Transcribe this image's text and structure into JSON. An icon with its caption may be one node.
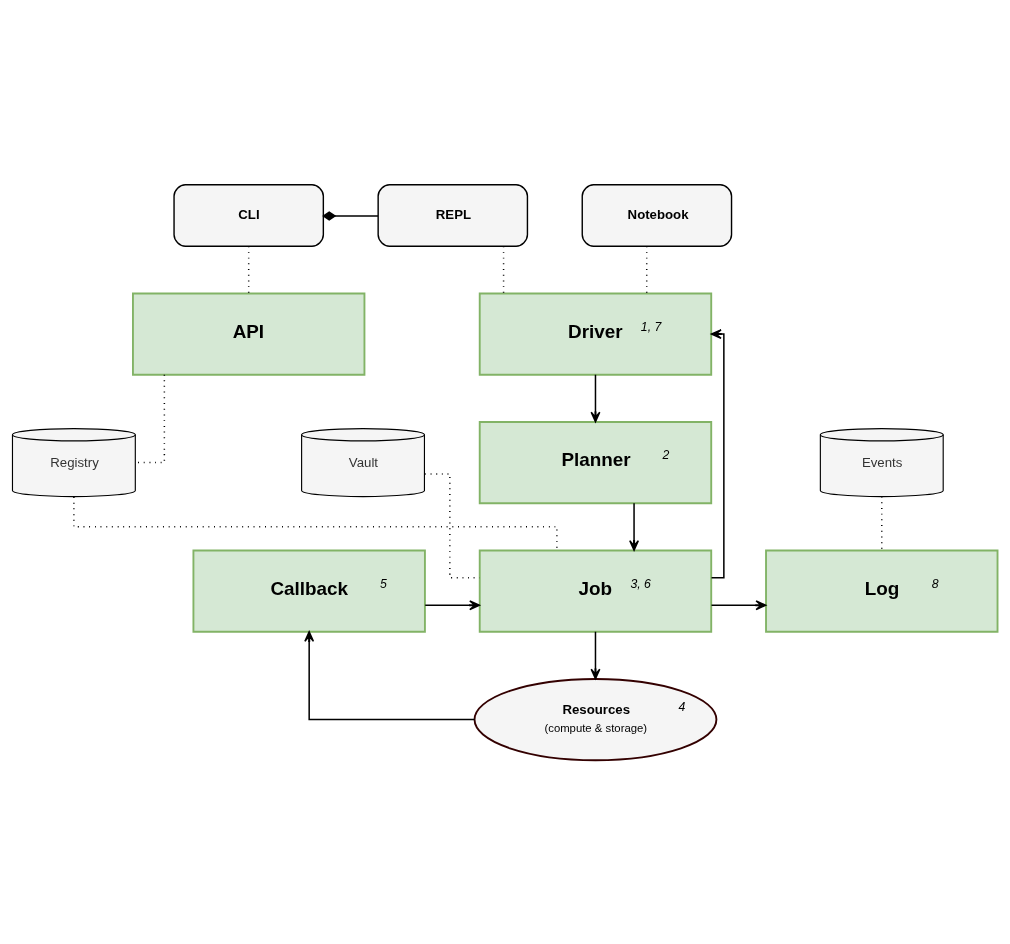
{
  "diagram": {
    "nodes": [
      {
        "text": [
          "CLI"
        ]
      },
      {
        "text": [
          "REPL"
        ]
      },
      {
        "text": [
          "Notebook"
        ]
      },
      {
        "text": [
          "API"
        ]
      },
      {
        "text": [
          "Driver",
          "1, 7"
        ]
      },
      {
        "text": [
          "Registry"
        ]
      },
      {
        "text": [
          "Planner",
          "2"
        ]
      },
      {
        "text": [
          "Vault"
        ]
      },
      {
        "text": [
          "Events"
        ]
      },
      {
        "text": [
          "Callback",
          "5"
        ]
      },
      {
        "text": [
          "Job",
          "3, 6"
        ]
      },
      {
        "text": [
          "Log",
          "8"
        ]
      },
      {
        "text": [
          "Resources",
          "(compute & storage)",
          "4"
        ]
      }
    ],
    "edges": [
      {
        "from": 1,
        "to": 0,
        "arrow": "other"
      },
      {
        "from": 0,
        "to": 3,
        "arrow": "none",
        "style": "dashed"
      },
      {
        "from": 1,
        "to": 4,
        "arrow": "none",
        "style": "dashed"
      },
      {
        "from": 2,
        "to": 4,
        "arrow": "none",
        "style": "dashed"
      },
      {
        "from": 3,
        "to": 5,
        "arrow": "none",
        "style": "dashed"
      },
      {
        "from": 4,
        "to": 6,
        "arrow": "to"
      },
      {
        "from": 6,
        "to": 10,
        "arrow": "to"
      },
      {
        "from": 5,
        "to": 10,
        "arrow": "none",
        "style": "dashed"
      },
      {
        "from": 7,
        "to": 10,
        "arrow": "none",
        "style": "dashed"
      },
      {
        "from": 9,
        "to": 10,
        "arrow": "to"
      },
      {
        "from": 10,
        "to": 4,
        "arrow": "to"
      },
      {
        "from": 10,
        "to": 11,
        "arrow": "to"
      },
      {
        "from": 8,
        "to": 11,
        "arrow": "none",
        "style": "dashed"
      },
      {
        "from": 10,
        "to": 12,
        "arrow": "to"
      },
      {
        "from": 12,
        "to": 9,
        "arrow": "to"
      }
    ]
  }
}
